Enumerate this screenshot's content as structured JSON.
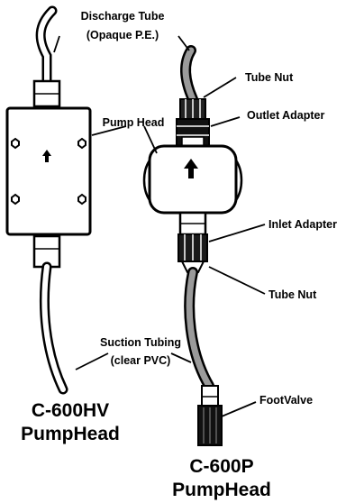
{
  "labels": {
    "discharge_tube_line1": "Discharge Tube",
    "discharge_tube_line2": "(Opaque P.E.)",
    "tube_nut_top": "Tube Nut",
    "pump_head": "Pump Head",
    "outlet_adapter": "Outlet Adapter",
    "inlet_adapter": "Inlet Adapter",
    "tube_nut_bottom": "Tube Nut",
    "suction_tubing_line1": "Suction Tubing",
    "suction_tubing_line2": "(clear PVC)",
    "foot_valve": "FootValve"
  },
  "titles": {
    "hv_model": "C-600HV",
    "hv_pumphead": "PumpHead",
    "p_model": "C-600P",
    "p_pumphead": "PumpHead"
  },
  "colors": {
    "line": "#000000",
    "tube_fill": "#9a9a9a",
    "body_fill": "#ffffff",
    "dark_part": "#111111"
  }
}
